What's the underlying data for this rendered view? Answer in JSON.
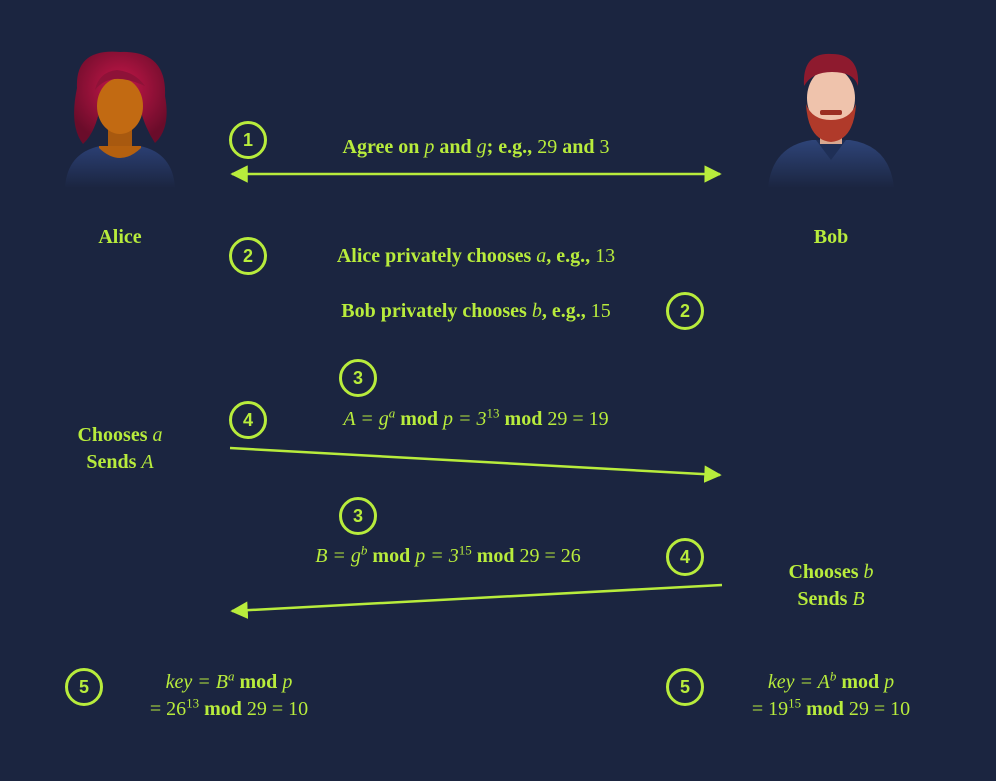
{
  "colors": {
    "background": "#1b2540",
    "accent": "#b8ec3c"
  },
  "people": {
    "alice": {
      "name": "Alice",
      "icon": "alice-avatar-icon"
    },
    "bob": {
      "name": "Bob",
      "icon": "bob-avatar-icon"
    }
  },
  "steps": {
    "s1": "1",
    "s2a": "2",
    "s2b": "2",
    "s3a": "3",
    "s3b": "3",
    "s4a": "4",
    "s4b": "4",
    "s5a": "5",
    "s5b": "5"
  },
  "text": {
    "agree_prefix": "Agree on",
    "agree_p": "p",
    "agree_and": "and",
    "agree_g": "g",
    "agree_eg": "; e.g.,",
    "agree_v1": "29",
    "agree_and2": "and",
    "agree_v2": "3",
    "alice_chooses_prefix": "Alice privately chooses",
    "alice_var": "a",
    "alice_eg": ", e.g.,",
    "alice_val": "13",
    "bob_chooses_prefix": "Bob privately chooses",
    "bob_var": "b",
    "bob_eg": ", e.g.,",
    "bob_val": "15",
    "alice_side_line1": "Chooses",
    "alice_side_var1": "a",
    "alice_side_line2": "Sends",
    "alice_side_var2": "A",
    "bob_side_line1": "Chooses",
    "bob_side_var1": "b",
    "bob_side_line2": "Sends",
    "bob_side_var2": "B",
    "mod": "mod",
    "eqA_lhs": "A = g",
    "eqA_exp": "a",
    "eqA_p": "p = 3",
    "eqA_exp2": "13",
    "eqA_tail": "29 = 19",
    "eqB_lhs": "B = g",
    "eqB_exp": "b",
    "eqB_p": "p = 3",
    "eqB_exp2": "15",
    "eqB_tail": "29 = 26",
    "keyA_lhs": "key = B",
    "keyA_exp": "a",
    "keyA_p": "p",
    "keyA_l2": "= 26",
    "keyA_l2exp": "13",
    "keyA_l2tail": "29 = 10",
    "keyB_lhs": "key = A",
    "keyB_exp": "b",
    "keyB_p": "p",
    "keyB_l2": "= 19",
    "keyB_l2exp": "15",
    "keyB_l2tail": "29 = 10"
  }
}
